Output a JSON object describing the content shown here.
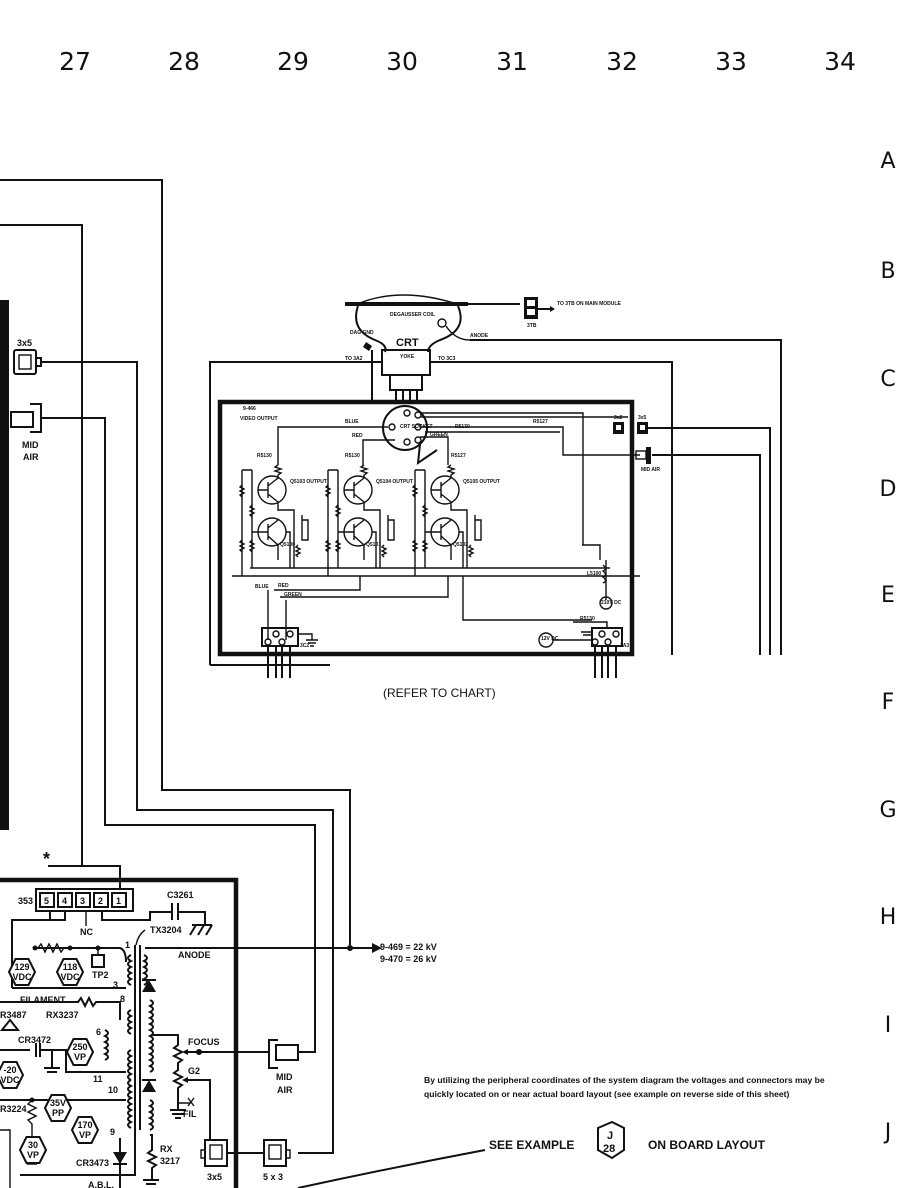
{
  "grid": {
    "columns": [
      "27",
      "28",
      "29",
      "30",
      "31",
      "32",
      "33",
      "34"
    ],
    "rows": [
      "A",
      "B",
      "C",
      "D",
      "E",
      "F",
      "G",
      "H",
      "I",
      "J"
    ]
  },
  "crt_section": {
    "degausser_coil": "DEGAUSSER COIL",
    "crt": "CRT",
    "yoke": "YOKE",
    "anode": "ANODE",
    "to_3a2": "TO 3A2",
    "to_3c3": "TO 3C3",
    "dag_gnd": "DAG GND",
    "to_main": "TO 3TB ON MAIN MODULE",
    "conn_3tb": "3TB",
    "socket": "CRT SOCKET",
    "board_id": "9-466",
    "board_name": "VIDEO OUTPUT",
    "blue": "BLUE",
    "red": "RED",
    "green": "GREEN",
    "r_blue": "R5130",
    "r_red": "R5130",
    "r_green": "R5127",
    "r_line": "R5127",
    "r_top": "R5130",
    "r_bottom": "R5130",
    "q_out": [
      "Q5103 OUTPUT",
      "Q5104 OUTPUT",
      "Q5105 OUTPUT"
    ],
    "q_drv": [
      "Q5100",
      "Q5101",
      "Q5102"
    ],
    "conn_3c2": "3C2",
    "conn_3a3": "3A3",
    "l5100": "L5100",
    "v_210": "210V DC",
    "v_12": "12V DC",
    "conn_3x2": "3x2",
    "conn_3x5": "3x5",
    "mid_air": "MID AIR",
    "refer": "(REFER TO CHART)"
  },
  "left_connectors": {
    "conn_3x5": "3x5",
    "mid": "MID",
    "air": "AIR"
  },
  "hv_section": {
    "star": "*",
    "conn_353": "353",
    "pins": [
      "5",
      "4",
      "3",
      "2",
      "1"
    ],
    "c3261": "C3261",
    "nc": "NC",
    "tx3204": "TX3204",
    "anode": "ANODE",
    "filament": "FILAMENT",
    "r3487": "R3487",
    "rx3237": "RX3237",
    "cr3472": "CR3472",
    "r3224": "R3224",
    "cr3473": "CR3473",
    "rx3217_a": "RX",
    "rx3217_b": "3217",
    "abl": "A.B.L.",
    "tp2": "TP2",
    "focus": "FOCUS",
    "g2": "G2",
    "fil": "FIL",
    "mid": "MID",
    "air": "AIR",
    "conn_3x5": "3x5",
    "conn_5x3": "5 x 3",
    "tx_pins": [
      "1",
      "3",
      "8",
      "6",
      "11",
      "10",
      "9"
    ],
    "voltages": [
      {
        "top": "129",
        "bottom": "VDC"
      },
      {
        "top": "118",
        "bottom": "VDC"
      },
      {
        "top": "250",
        "bottom": "VP"
      },
      {
        "top": "-20",
        "bottom": "VDC"
      },
      {
        "top": "35V",
        "bottom": "PP"
      },
      {
        "top": "30",
        "bottom": "VP"
      },
      {
        "top": "170",
        "bottom": "VP"
      }
    ],
    "hv_out_1": "9-469 = 22 kV",
    "hv_out_2": "9-470 = 26 kV"
  },
  "footer": {
    "note": "By utilizing the peripheral coordinates of the system diagram the voltages and connectors may be quickly located on or near actual board layout (see example on reverse side of this sheet)",
    "see_example": "SEE EXAMPLE",
    "example_row": "J",
    "example_col": "28",
    "on_board_layout": "ON BOARD LAYOUT"
  }
}
